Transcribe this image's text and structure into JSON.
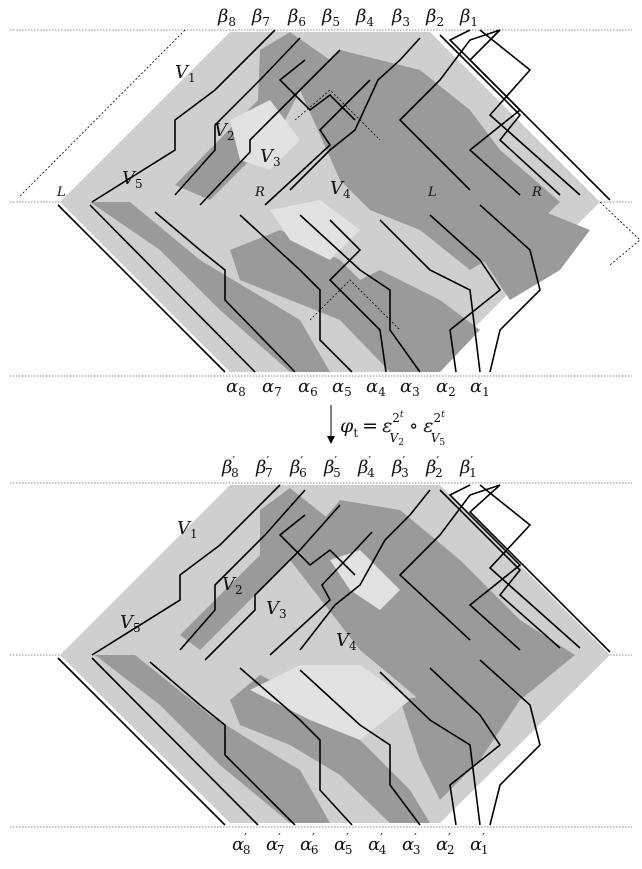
{
  "top": {
    "beta_labels": [
      "β",
      "β",
      "β",
      "β",
      "β",
      "β",
      "β",
      "β"
    ],
    "beta_subs": [
      "8",
      "7",
      "6",
      "5",
      "4",
      "3",
      "2",
      "1"
    ],
    "alpha_labels": [
      "α",
      "α",
      "α",
      "α",
      "α",
      "α",
      "α",
      "α"
    ],
    "alpha_subs": [
      "8",
      "7",
      "6",
      "5",
      "4",
      "3",
      "2",
      "1"
    ],
    "region_labels": [
      {
        "name": "V",
        "sub": "1"
      },
      {
        "name": "V",
        "sub": "2"
      },
      {
        "name": "V",
        "sub": "3"
      },
      {
        "name": "V",
        "sub": "4"
      },
      {
        "name": "V",
        "sub": "5"
      }
    ],
    "lr_labels": [
      "L",
      "R",
      "L",
      "R"
    ]
  },
  "map": {
    "phi": "φ",
    "phi_sub": "t",
    "equals": "=",
    "eps1": "ε",
    "eps1_sup": "2",
    "eps1_supsup": "t",
    "eps1_sub": "V",
    "eps1_subsub": "2",
    "compose": "∘",
    "eps2": "ε",
    "eps2_sup": "2",
    "eps2_supsup": "t",
    "eps2_sub": "V",
    "eps2_subsub": "5"
  },
  "bottom": {
    "beta_labels": [
      "β",
      "β",
      "β",
      "β",
      "β",
      "β",
      "β",
      "β"
    ],
    "beta_subs": [
      "8",
      "7",
      "6",
      "5",
      "4",
      "3",
      "2",
      "1"
    ],
    "prime": "′",
    "alpha_labels": [
      "α",
      "α",
      "α",
      "α",
      "α",
      "α",
      "α",
      "α"
    ],
    "alpha_subs": [
      "8",
      "7",
      "6",
      "5",
      "4",
      "3",
      "2",
      "1"
    ],
    "region_labels": [
      {
        "name": "V",
        "sub": "1"
      },
      {
        "name": "V",
        "sub": "2"
      },
      {
        "name": "V",
        "sub": "3"
      },
      {
        "name": "V",
        "sub": "4"
      },
      {
        "name": "V",
        "sub": "5"
      }
    ]
  },
  "colors": {
    "light": "#cfcfcf",
    "dark": "#9a9a9a",
    "line": "#000000",
    "rule": "#666666"
  }
}
